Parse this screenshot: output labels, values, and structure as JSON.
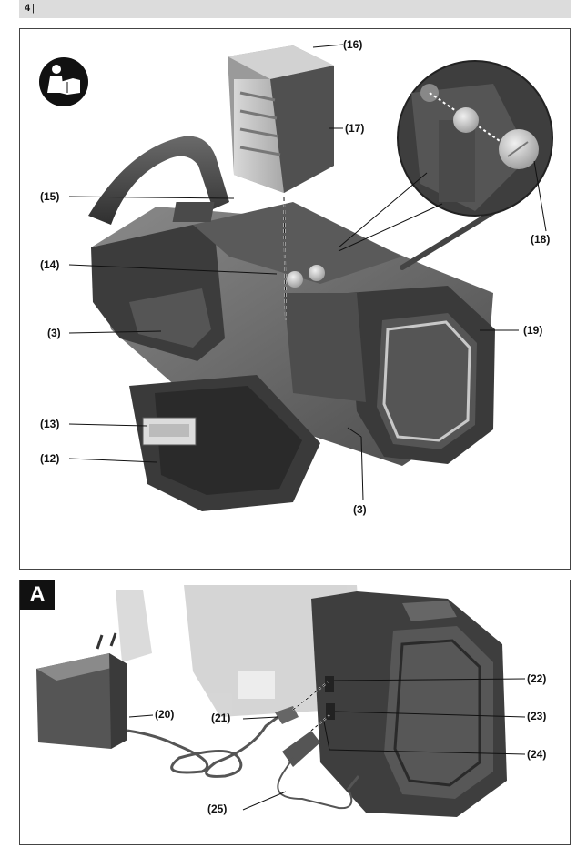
{
  "page": {
    "number": "4",
    "separator": "|"
  },
  "figure_main": {
    "icon": "read-manual-icon",
    "callouts": [
      "(16)",
      "(17)",
      "(18)",
      "(15)",
      "(14)",
      "(19)",
      "(3)",
      "(13)",
      "(12)",
      "(3)"
    ]
  },
  "figure_a": {
    "label": "A",
    "callouts": [
      "(22)",
      "(20)",
      "(21)",
      "(23)",
      "(24)",
      "(25)"
    ]
  }
}
